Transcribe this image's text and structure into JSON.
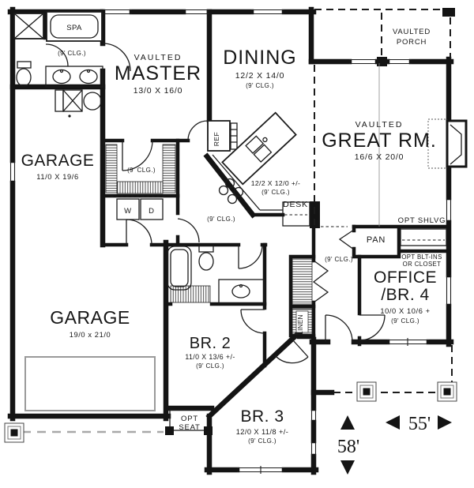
{
  "rooms": {
    "master": {
      "vaulted": "VAULTED",
      "name": "MASTER",
      "dims": "13/0 X 16/0"
    },
    "dining": {
      "name": "DINING",
      "dims": "12/2 X 14/0"
    },
    "great_room": {
      "vaulted": "VAULTED",
      "name": "GREAT RM.",
      "dims": "16/6 X 20/0"
    },
    "vaulted_porch": {
      "line1": "VAULTED",
      "line2": "PORCH"
    },
    "garage_upper": {
      "name": "GARAGE",
      "dims": "11/0 X 19/6"
    },
    "garage_lower": {
      "name": "GARAGE",
      "dims": "19/0 x 21/0"
    },
    "kitchen": {
      "dims": "12/2 X 12/0 +/-"
    },
    "bedroom2": {
      "name": "BR. 2",
      "dims": "11/0 X 13/6 +/-"
    },
    "bedroom3": {
      "name": "BR. 3",
      "dims": "12/0 X 11/8 +/-"
    },
    "office": {
      "name_line1": "OFFICE",
      "name_line2": "/BR. 4",
      "dims": "10/0 X 10/6 +"
    }
  },
  "labels": {
    "ceiling": "(9' CLG.)",
    "spa": "SPA",
    "ref": "REF",
    "desk": "DESK",
    "pantry": "PAN",
    "linen": "LINEN",
    "washer": "W",
    "dryer": "D",
    "opt_shelving": "OPT SHLVG",
    "opt_builtins_line1": "OPT BLT-INS",
    "opt_builtins_line2": "OR CLOSET",
    "opt_seat_line1": "OPT",
    "opt_seat_line2": "SEAT"
  },
  "dimensions": {
    "width": "55'",
    "depth": "58'"
  }
}
